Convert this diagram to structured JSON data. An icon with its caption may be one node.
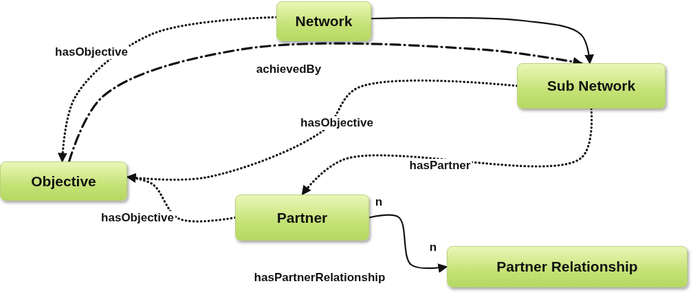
{
  "diagram": {
    "nodes": [
      {
        "text": [
          "Network"
        ]
      },
      {
        "text": [
          "Sub Network"
        ]
      },
      {
        "text": [
          "Objective"
        ]
      },
      {
        "text": [
          "Partner"
        ]
      },
      {
        "text": [
          "Partner Relationship"
        ]
      }
    ],
    "edges": [
      {
        "from": 0,
        "to": 1,
        "arrow": "to"
      },
      {
        "from": 0,
        "to": 2,
        "arrow": "to",
        "label": "hasObjective",
        "style": "dashed"
      },
      {
        "from": 2,
        "to": 1,
        "arrow": "to",
        "label": "achievedBy",
        "style": "dashed"
      },
      {
        "from": 1,
        "to": 2,
        "arrow": "to",
        "label": "hasObjective",
        "style": "dashed"
      },
      {
        "from": 1,
        "to": 3,
        "arrow": "to",
        "label": "hasPartner",
        "style": "dashed"
      },
      {
        "from": 3,
        "to": 2,
        "arrow": "to",
        "label": "hasObjective",
        "style": "dashed"
      },
      {
        "from": 3,
        "to": 4,
        "arrow": "to",
        "label": "hasPartnerRelationship"
      }
    ],
    "labels": [
      "n",
      "n"
    ]
  }
}
